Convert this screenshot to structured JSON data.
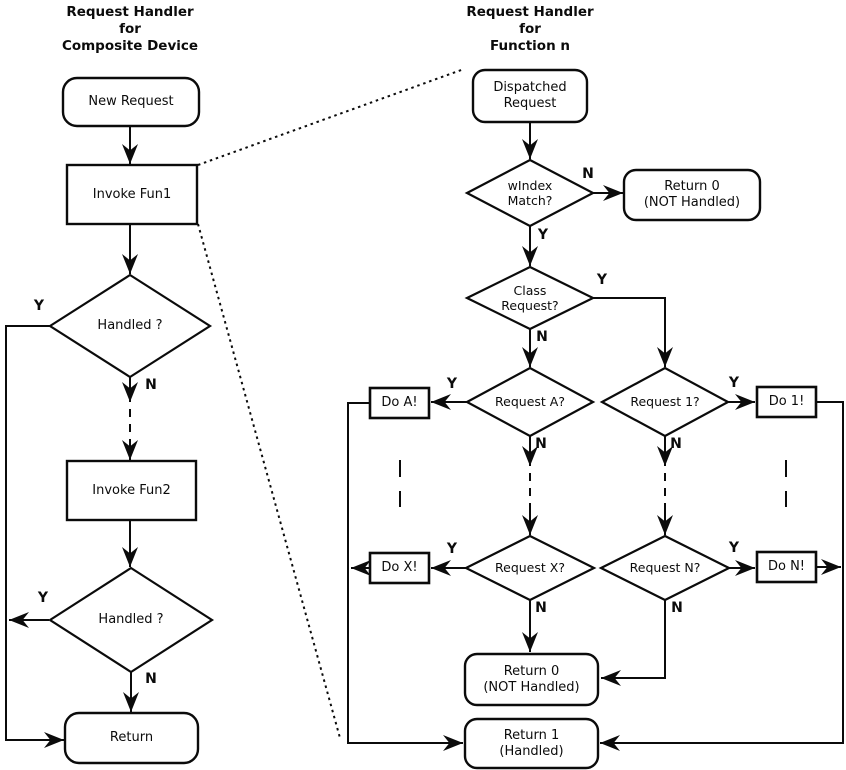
{
  "diagram_type": "flowchart",
  "colors": {
    "line": "#000000",
    "background": "#ffffff",
    "text": "#0b0b0b"
  },
  "left_chart": {
    "title": "Request Handler\nfor\nComposite Device",
    "nodes": {
      "new_request": "New Request",
      "invoke_fun1": "Invoke Fun1",
      "handled_1": "Handled ?",
      "invoke_fun2": "Invoke Fun2",
      "handled_2": "Handled ?",
      "return": "Return"
    },
    "labels": {
      "yes": "Y",
      "no": "N"
    }
  },
  "right_chart": {
    "title": "Request Handler\nfor\nFunction n",
    "nodes": {
      "dispatched_request": "Dispatched\nRequest",
      "windex_match": "wIndex\nMatch?",
      "return0_top": "Return 0\n(NOT Handled)",
      "class_request": "Class\nRequest?",
      "request_a": "Request A?",
      "request_1": "Request 1?",
      "do_a": "Do A!",
      "do_1": "Do 1!",
      "request_x": "Request X?",
      "request_n": "Request N?",
      "do_x": "Do X!",
      "do_n": "Do N!",
      "return0_bottom": "Return 0\n(NOT Handled)",
      "return1": "Return 1\n(Handled)"
    },
    "labels": {
      "yes": "Y",
      "no": "N"
    }
  }
}
